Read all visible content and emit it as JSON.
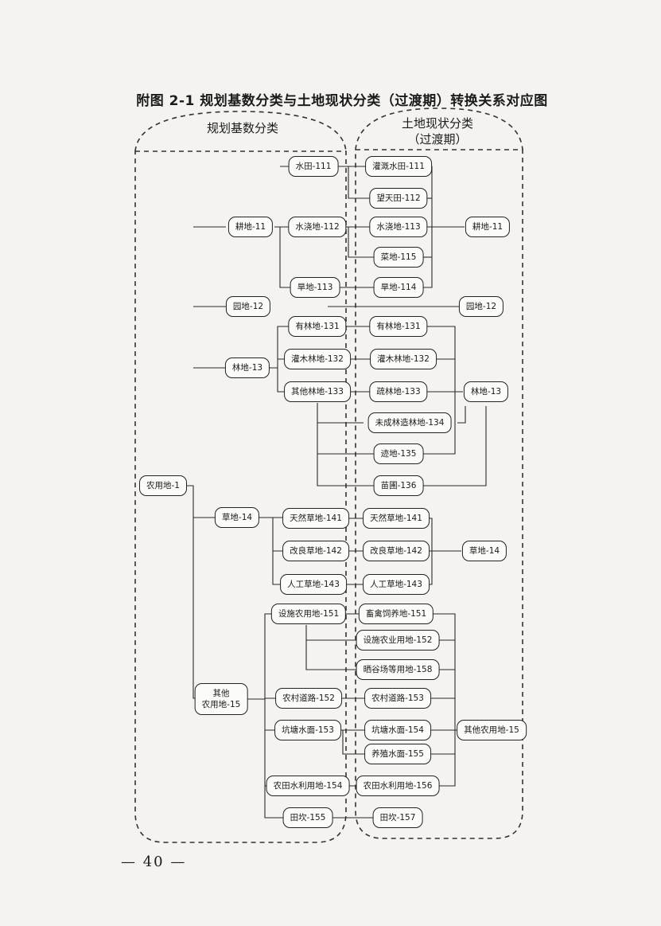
{
  "title": "附图 2-1  规划基数分类与土地现状分类（过渡期）转换关系对应图",
  "left_group": {
    "label": "规划基数分类"
  },
  "right_group": {
    "label_line1": "土地现状分类",
    "label_line2": "（过渡期）"
  },
  "page_number": "— 40 —",
  "nodes": [
    {
      "id": "nongyong",
      "text": "农用地-1"
    },
    {
      "id": "gengdi",
      "text": "耕地-11"
    },
    {
      "id": "yuandi",
      "text": "园地-12"
    },
    {
      "id": "lindi",
      "text": "林地-13"
    },
    {
      "id": "caodi",
      "text": "草地-14"
    },
    {
      "id": "qita",
      "text": "其他\n农用地-15"
    },
    {
      "id": "shuitian",
      "text": "水田-111"
    },
    {
      "id": "shuijiao",
      "text": "水浇地-112"
    },
    {
      "id": "handi",
      "text": "旱地-113"
    },
    {
      "id": "youlin",
      "text": "有林地-131"
    },
    {
      "id": "guanmu",
      "text": "灌木林地-132"
    },
    {
      "id": "qitalin",
      "text": "其他林地-133"
    },
    {
      "id": "tianran",
      "text": "天然草地-141"
    },
    {
      "id": "gailiang",
      "text": "改良草地-142"
    },
    {
      "id": "rengong",
      "text": "人工草地-143"
    },
    {
      "id": "sheshi",
      "text": "设施农用地-151"
    },
    {
      "id": "daolu",
      "text": "农村道路-152"
    },
    {
      "id": "kengtang",
      "text": "坑塘水面-153"
    },
    {
      "id": "shuili",
      "text": "农田水利用地-154"
    },
    {
      "id": "tiankan",
      "text": "田坎-155"
    },
    {
      "id": "r_guangai",
      "text": "灌溉水田-111"
    },
    {
      "id": "r_wangtian",
      "text": "望天田-112"
    },
    {
      "id": "r_shuijiao",
      "text": "水浇地-113"
    },
    {
      "id": "r_caidi",
      "text": "菜地-115"
    },
    {
      "id": "r_handi",
      "text": "旱地-114"
    },
    {
      "id": "r_youlin",
      "text": "有林地-131"
    },
    {
      "id": "r_guanmu",
      "text": "灌木林地-132"
    },
    {
      "id": "r_shulin",
      "text": "疏林地-133"
    },
    {
      "id": "r_weicheng",
      "text": "未成林造林地-134"
    },
    {
      "id": "r_jidi",
      "text": "迹地-135"
    },
    {
      "id": "r_miaopu",
      "text": "苗圃-136"
    },
    {
      "id": "r_tianran",
      "text": "天然草地-141"
    },
    {
      "id": "r_gailiang",
      "text": "改良草地-142"
    },
    {
      "id": "r_rengong",
      "text": "人工草地-143"
    },
    {
      "id": "r_xuqin",
      "text": "畜禽饲养地-151"
    },
    {
      "id": "r_sheshi",
      "text": "设施农业用地-152"
    },
    {
      "id": "r_shaigu",
      "text": "晒谷场等用地-158"
    },
    {
      "id": "r_daolu",
      "text": "农村道路-153"
    },
    {
      "id": "r_kengtang",
      "text": "坑塘水面-154"
    },
    {
      "id": "r_yangzhi",
      "text": "养殖水面-155"
    },
    {
      "id": "r_shuili",
      "text": "农田水利用地-156"
    },
    {
      "id": "r_tiankan",
      "text": "田坎-157"
    },
    {
      "id": "f_gengdi",
      "text": "耕地-11"
    },
    {
      "id": "f_yuandi",
      "text": "园地-12"
    },
    {
      "id": "f_lindi",
      "text": "林地-13"
    },
    {
      "id": "f_caodi",
      "text": "草地-14"
    },
    {
      "id": "f_qita",
      "text": "其他农用地-15"
    }
  ]
}
